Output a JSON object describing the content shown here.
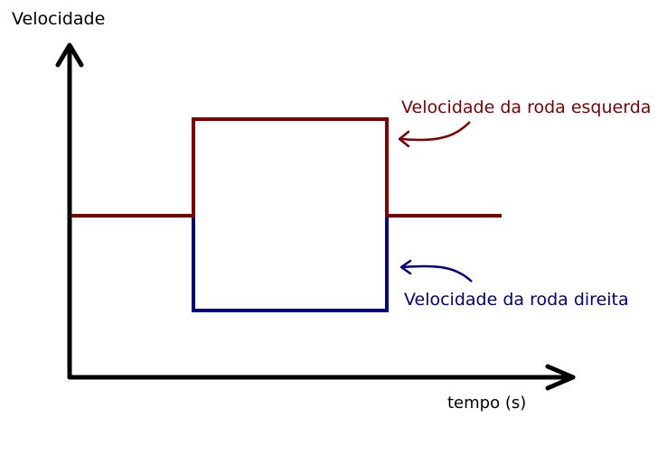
{
  "y_axis_label": "Velocidade",
  "x_axis_label": "tempo (s)",
  "left_wheel_label": "Velocidade da roda esquerda",
  "right_wheel_label": "Velocidade da roda direita",
  "colors": {
    "axis": "#000000",
    "left_wheel": "#7f0000",
    "right_wheel": "#000080"
  }
}
